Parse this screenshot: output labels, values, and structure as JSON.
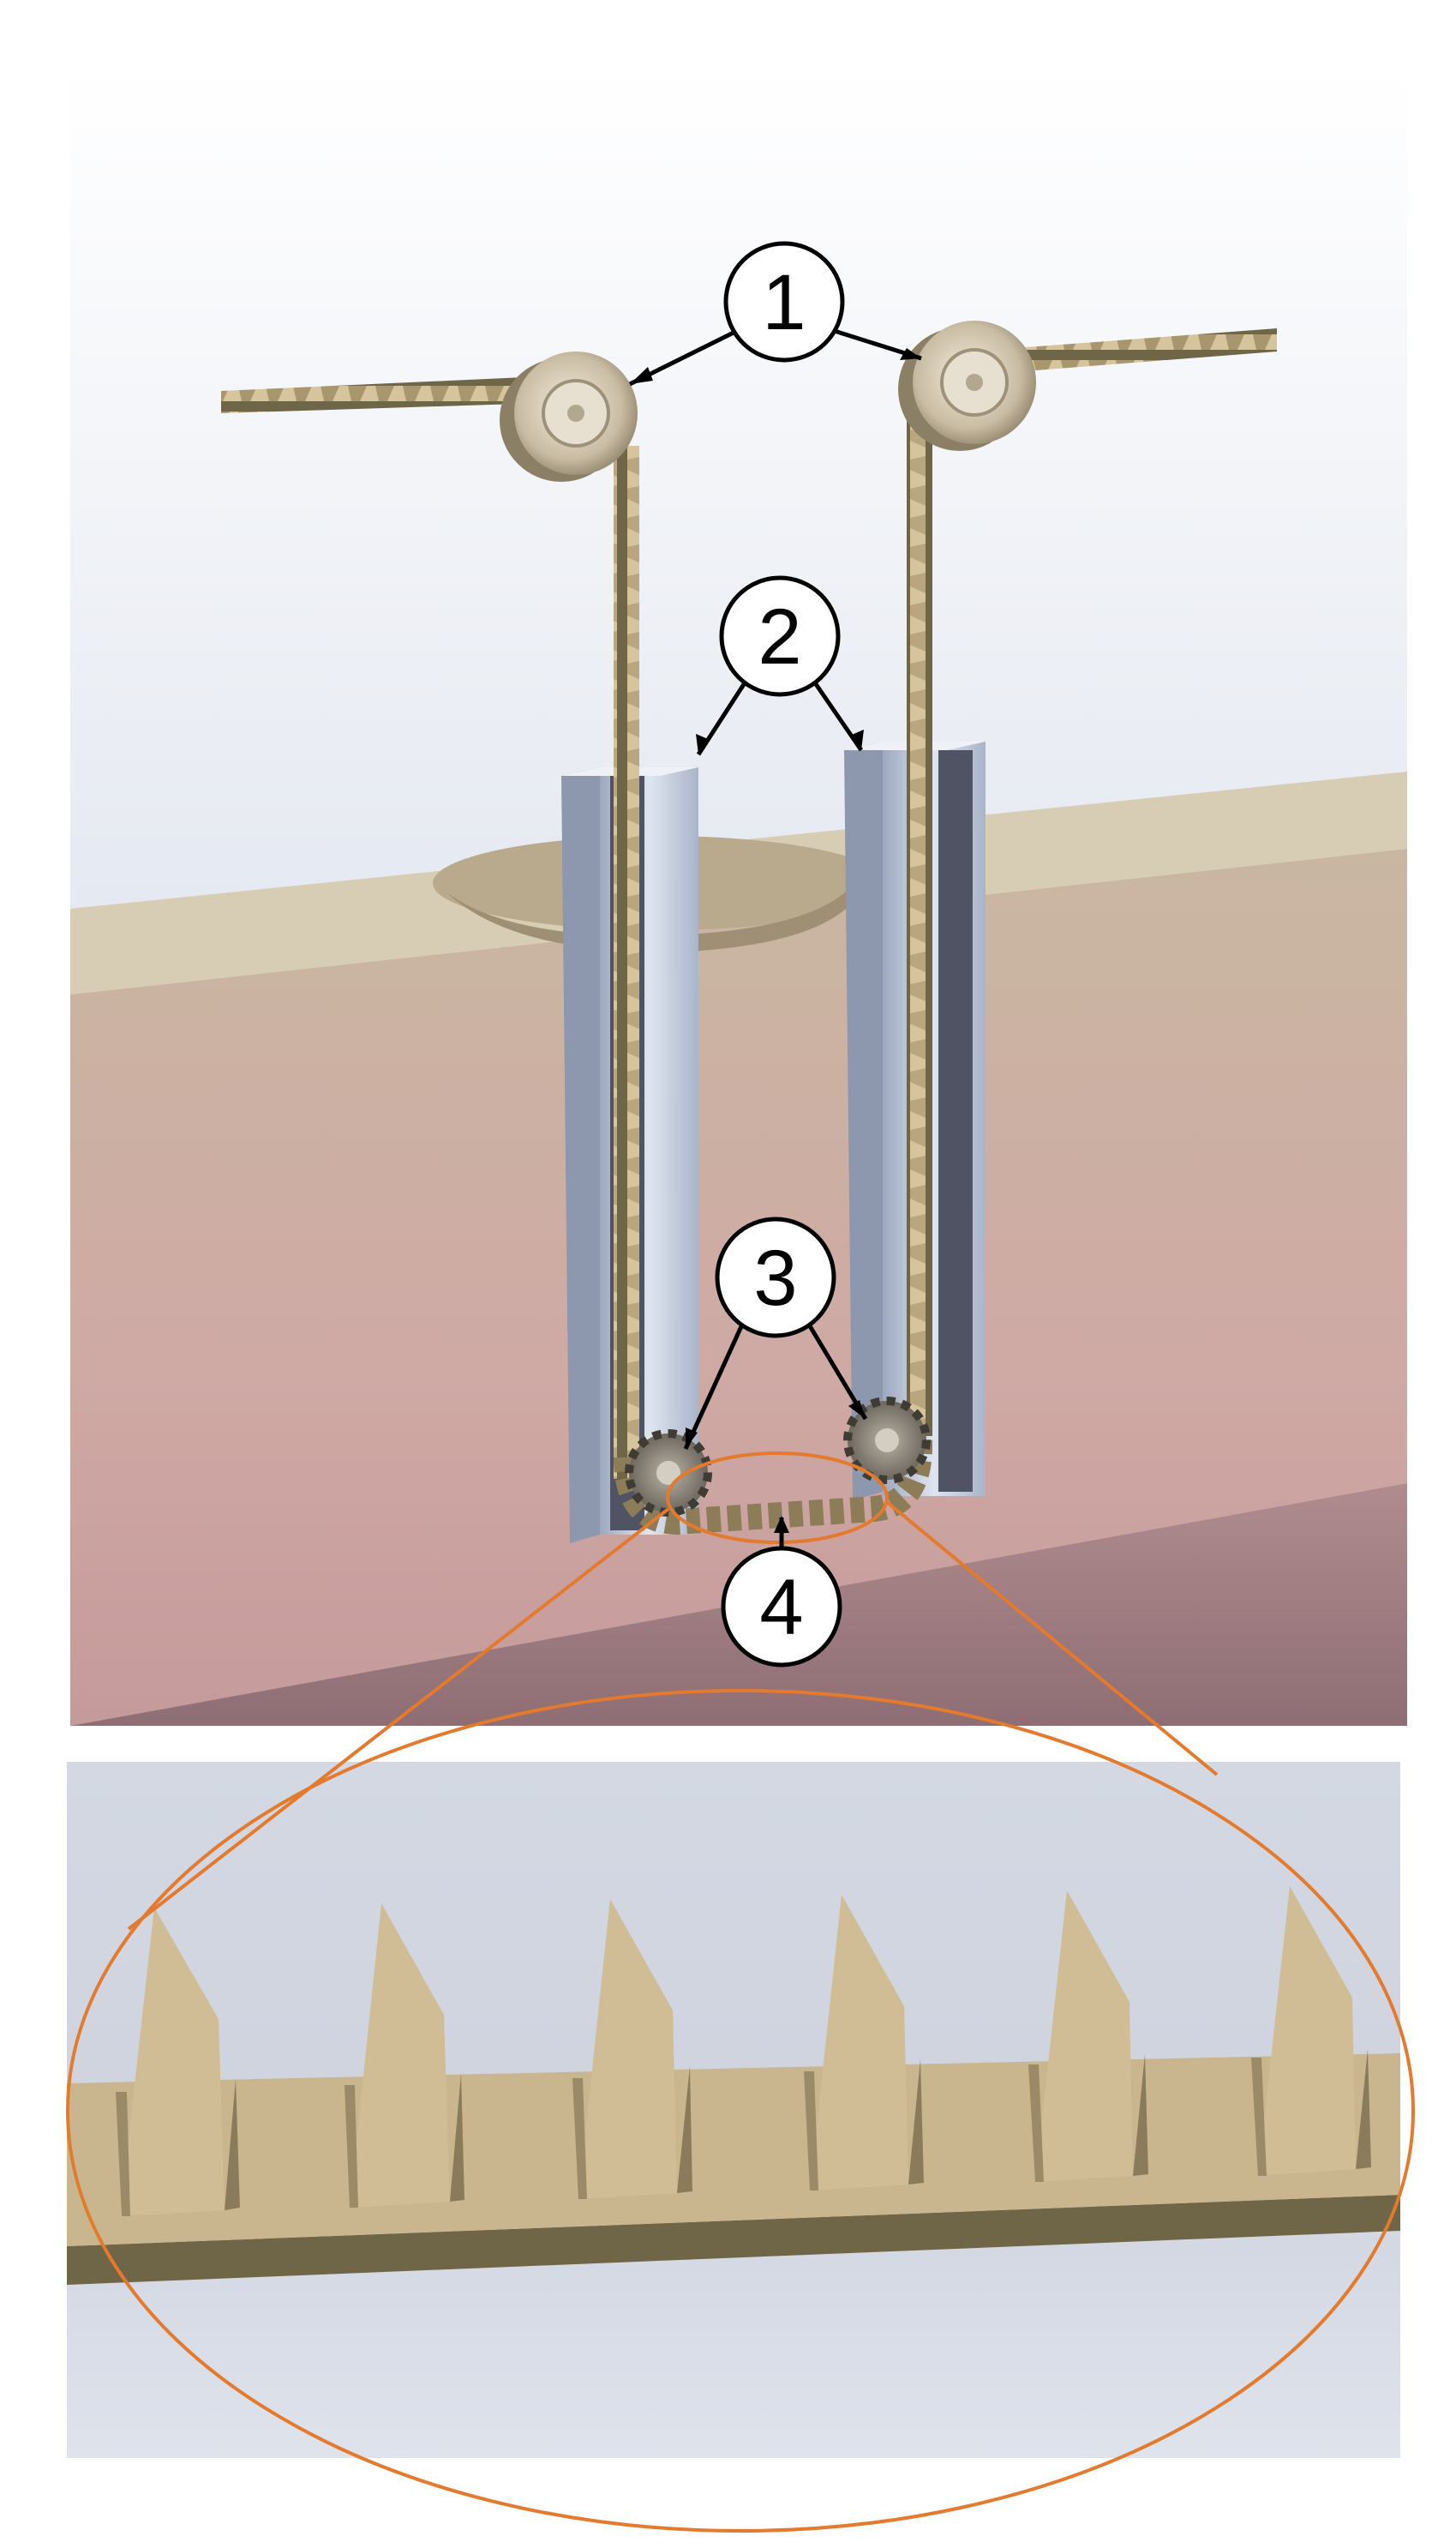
{
  "callouts": [
    {
      "id": "1",
      "label": "1"
    },
    {
      "id": "2",
      "label": "2"
    },
    {
      "id": "3",
      "label": "3"
    },
    {
      "id": "4",
      "label": "4"
    }
  ],
  "colors": {
    "rack": "#c6b48e",
    "rack_shadow": "#6f6547",
    "channel": "#b9c3d8",
    "tissue_top": "#d8cdb4",
    "tissue_front": "#c9a6a0",
    "zoom_outline": "#e37a2d",
    "inset_background": "#cfd5e2"
  }
}
